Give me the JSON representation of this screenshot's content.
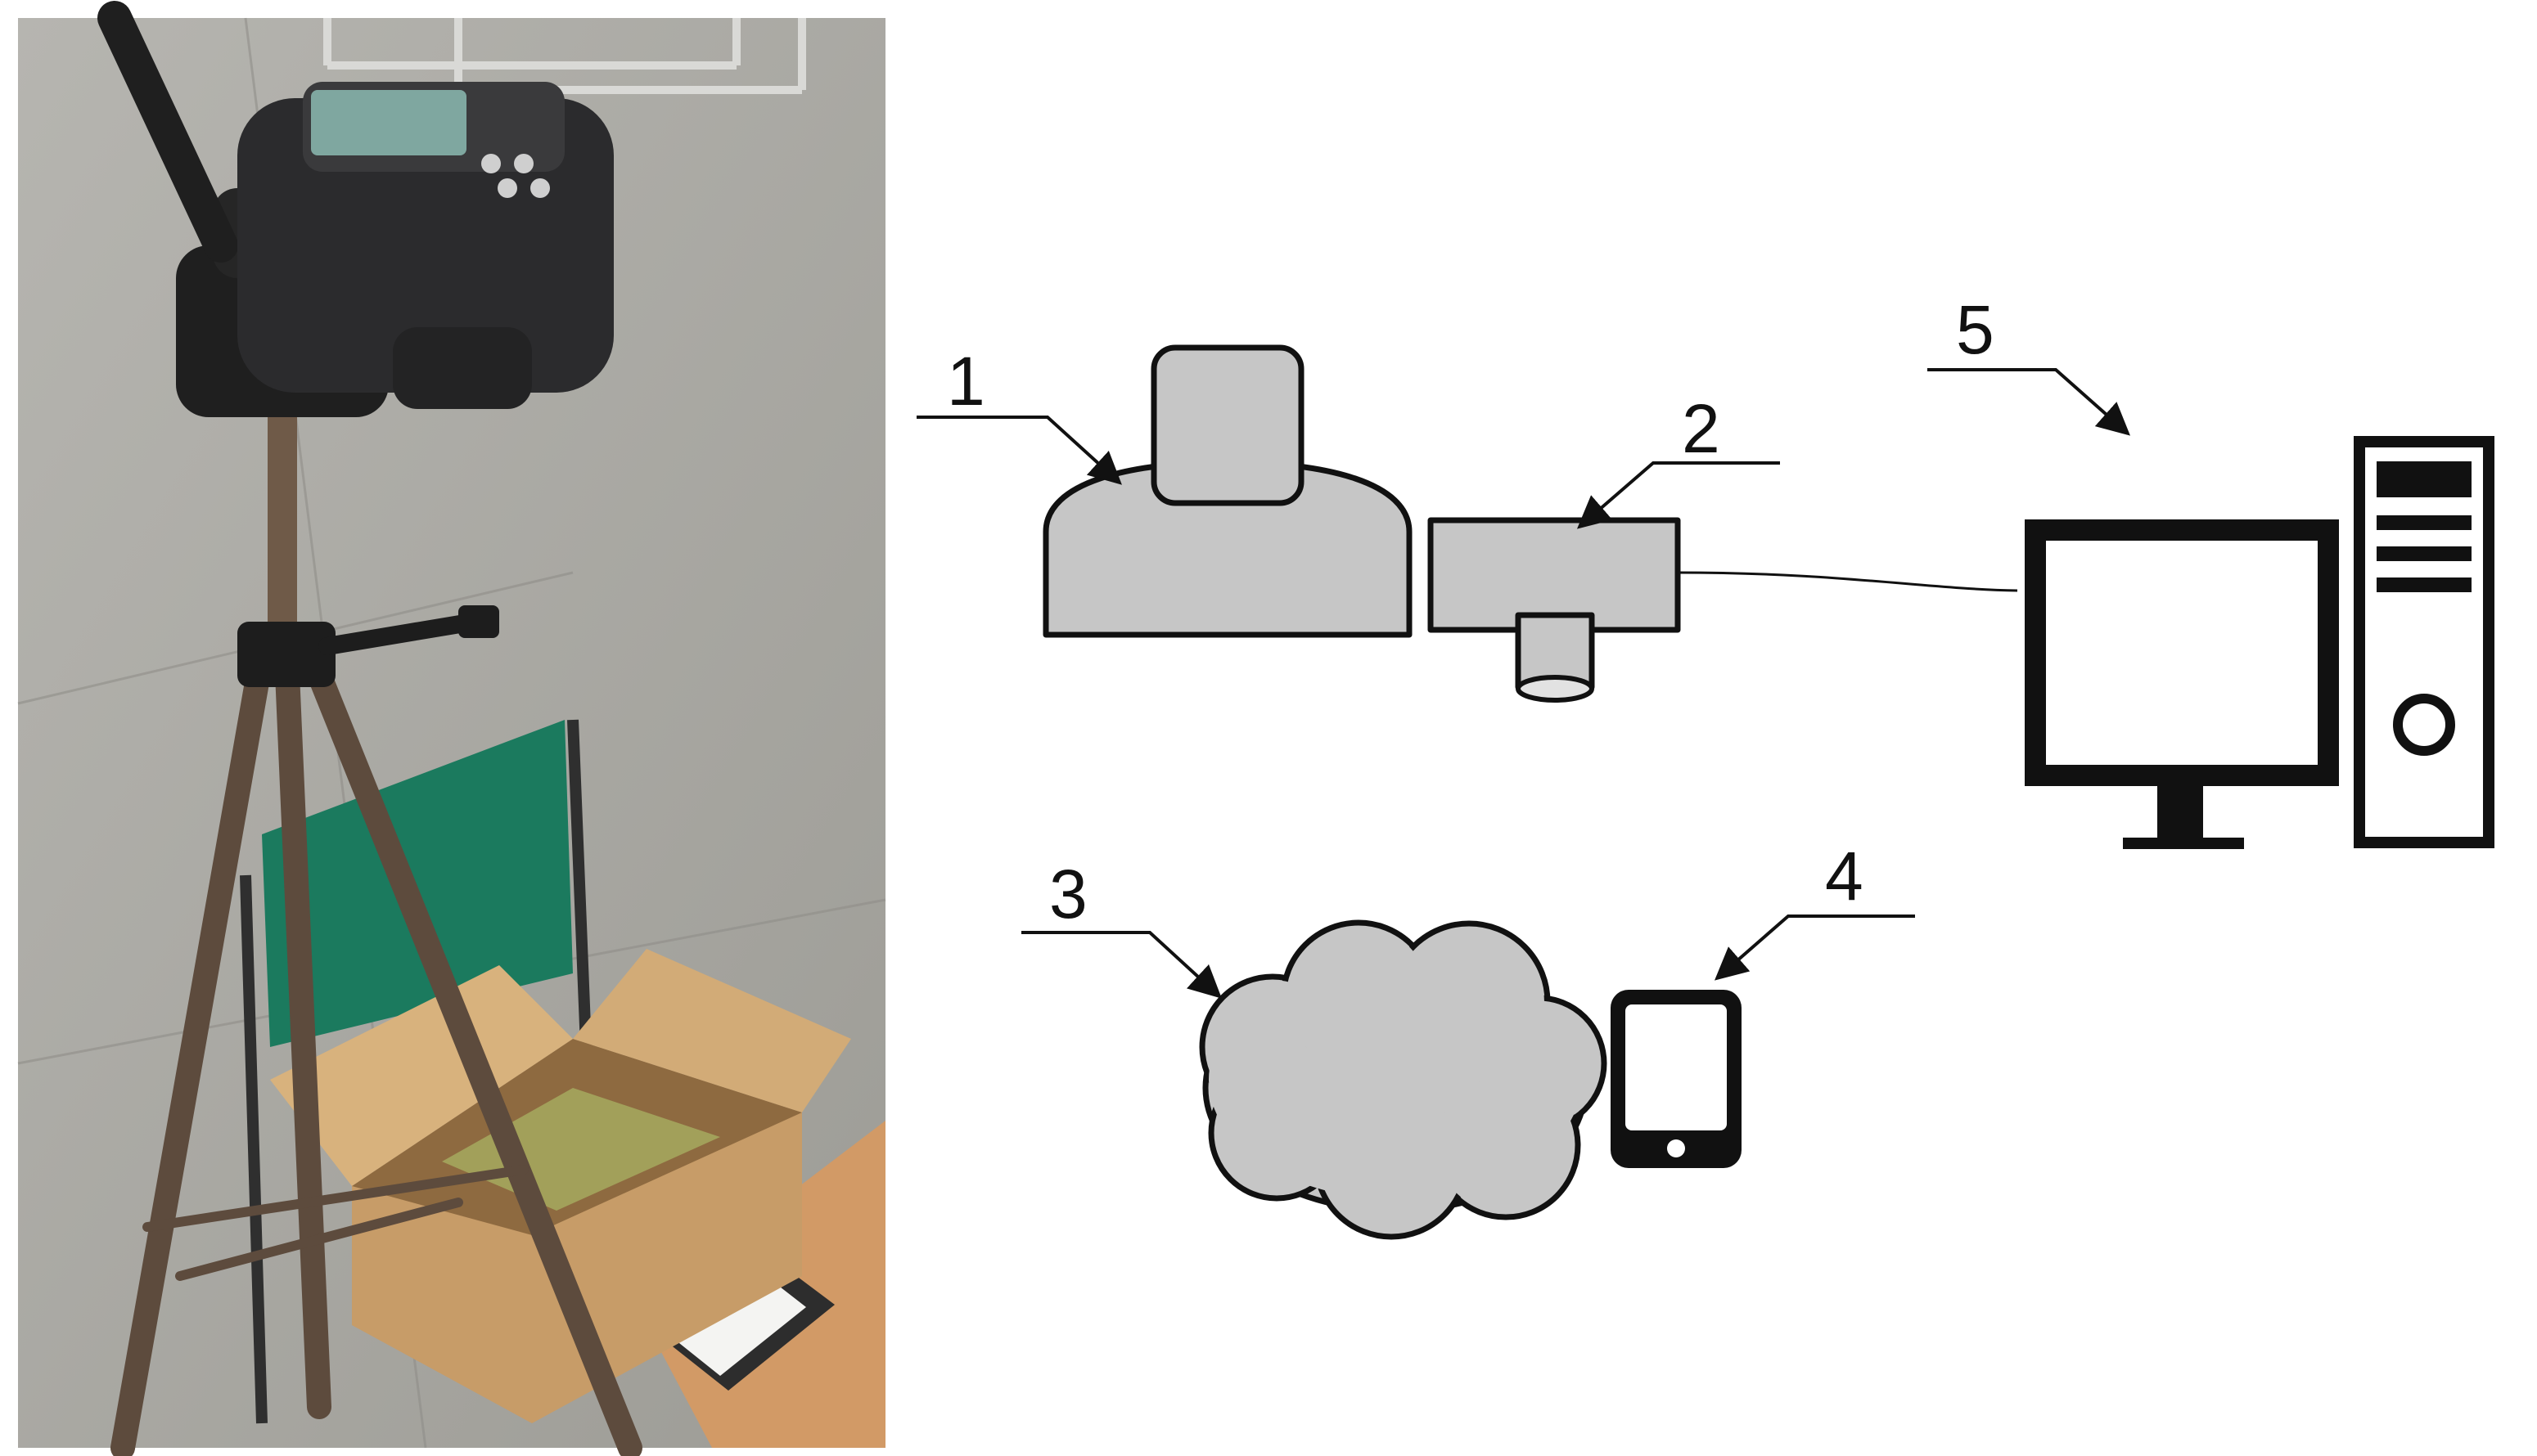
{
  "figure": {
    "callouts": [
      "1",
      "2",
      "3",
      "4",
      "5"
    ]
  },
  "photo": {
    "subject": "camera-on-tripod-over-box-of-plant-material"
  },
  "diagram": {
    "parts": [
      {
        "callout": "1",
        "icon": "lamp-icon"
      },
      {
        "callout": "2",
        "icon": "camera-icon"
      },
      {
        "callout": "3",
        "icon": "cloud-icon"
      },
      {
        "callout": "4",
        "icon": "tablet-icon"
      },
      {
        "callout": "5",
        "icon": "computer-icon"
      }
    ]
  },
  "colors": {
    "component_fill": "#c6c6c6",
    "outline": "#111111",
    "floor": "#a9a8a2",
    "chair": "#1b7a5e",
    "box": "#c79c68",
    "table": "#d29a66"
  }
}
